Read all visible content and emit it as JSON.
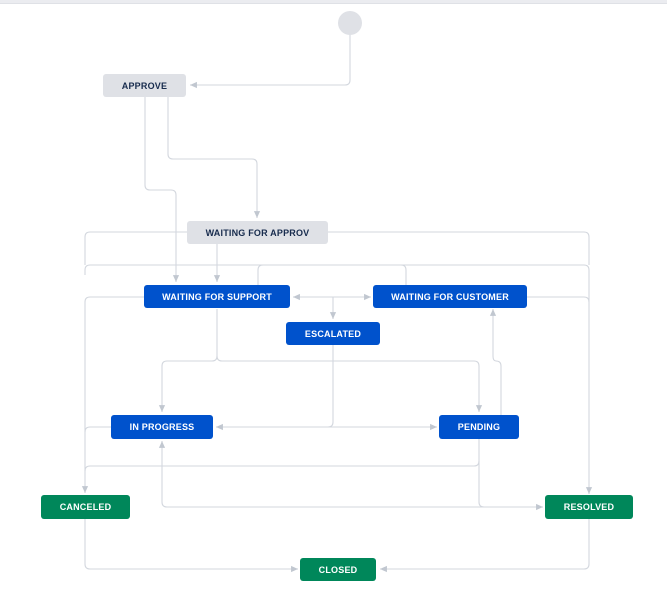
{
  "workflow": {
    "colors": {
      "todo": "#dfe1e6",
      "in_progress": "#0052cc",
      "done": "#00875a",
      "connector": "#c1c7d0"
    },
    "statuses": {
      "approve": "APPROVE",
      "waiting_for_approv": "WAITING FOR APPROV",
      "waiting_for_support": "WAITING FOR SUPPORT",
      "waiting_for_customer": "WAITING FOR CUSTOMER",
      "escalated": "ESCALATED",
      "in_progress": "IN PROGRESS",
      "pending": "PENDING",
      "canceled": "CANCELED",
      "resolved": "RESOLVED",
      "closed": "CLOSED"
    }
  }
}
